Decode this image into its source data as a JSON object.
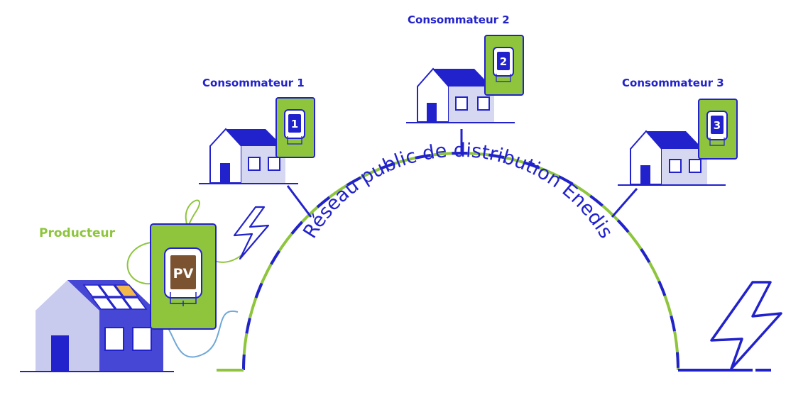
{
  "diagram": {
    "arc_label": "Réseau public de distribution Enedis",
    "producer": {
      "label": "Producteur",
      "meter_text": "PV"
    },
    "consumers": [
      {
        "label": "Consommateur 1",
        "meter_number": "1"
      },
      {
        "label": "Consommateur 2",
        "meter_number": "2"
      },
      {
        "label": "Consommateur 3",
        "meter_number": "3"
      }
    ]
  },
  "colors": {
    "blue": "#2222cc",
    "light_blue": "#d6d8f2",
    "mid_blue": "#5555d8",
    "green": "#8ec53d",
    "brown": "#7b5330",
    "solar_orange": "#f2b84b"
  },
  "icons": [
    "house-icon",
    "electric-meter-icon",
    "solar-panel-icon",
    "lightning-bolt-icon"
  ]
}
